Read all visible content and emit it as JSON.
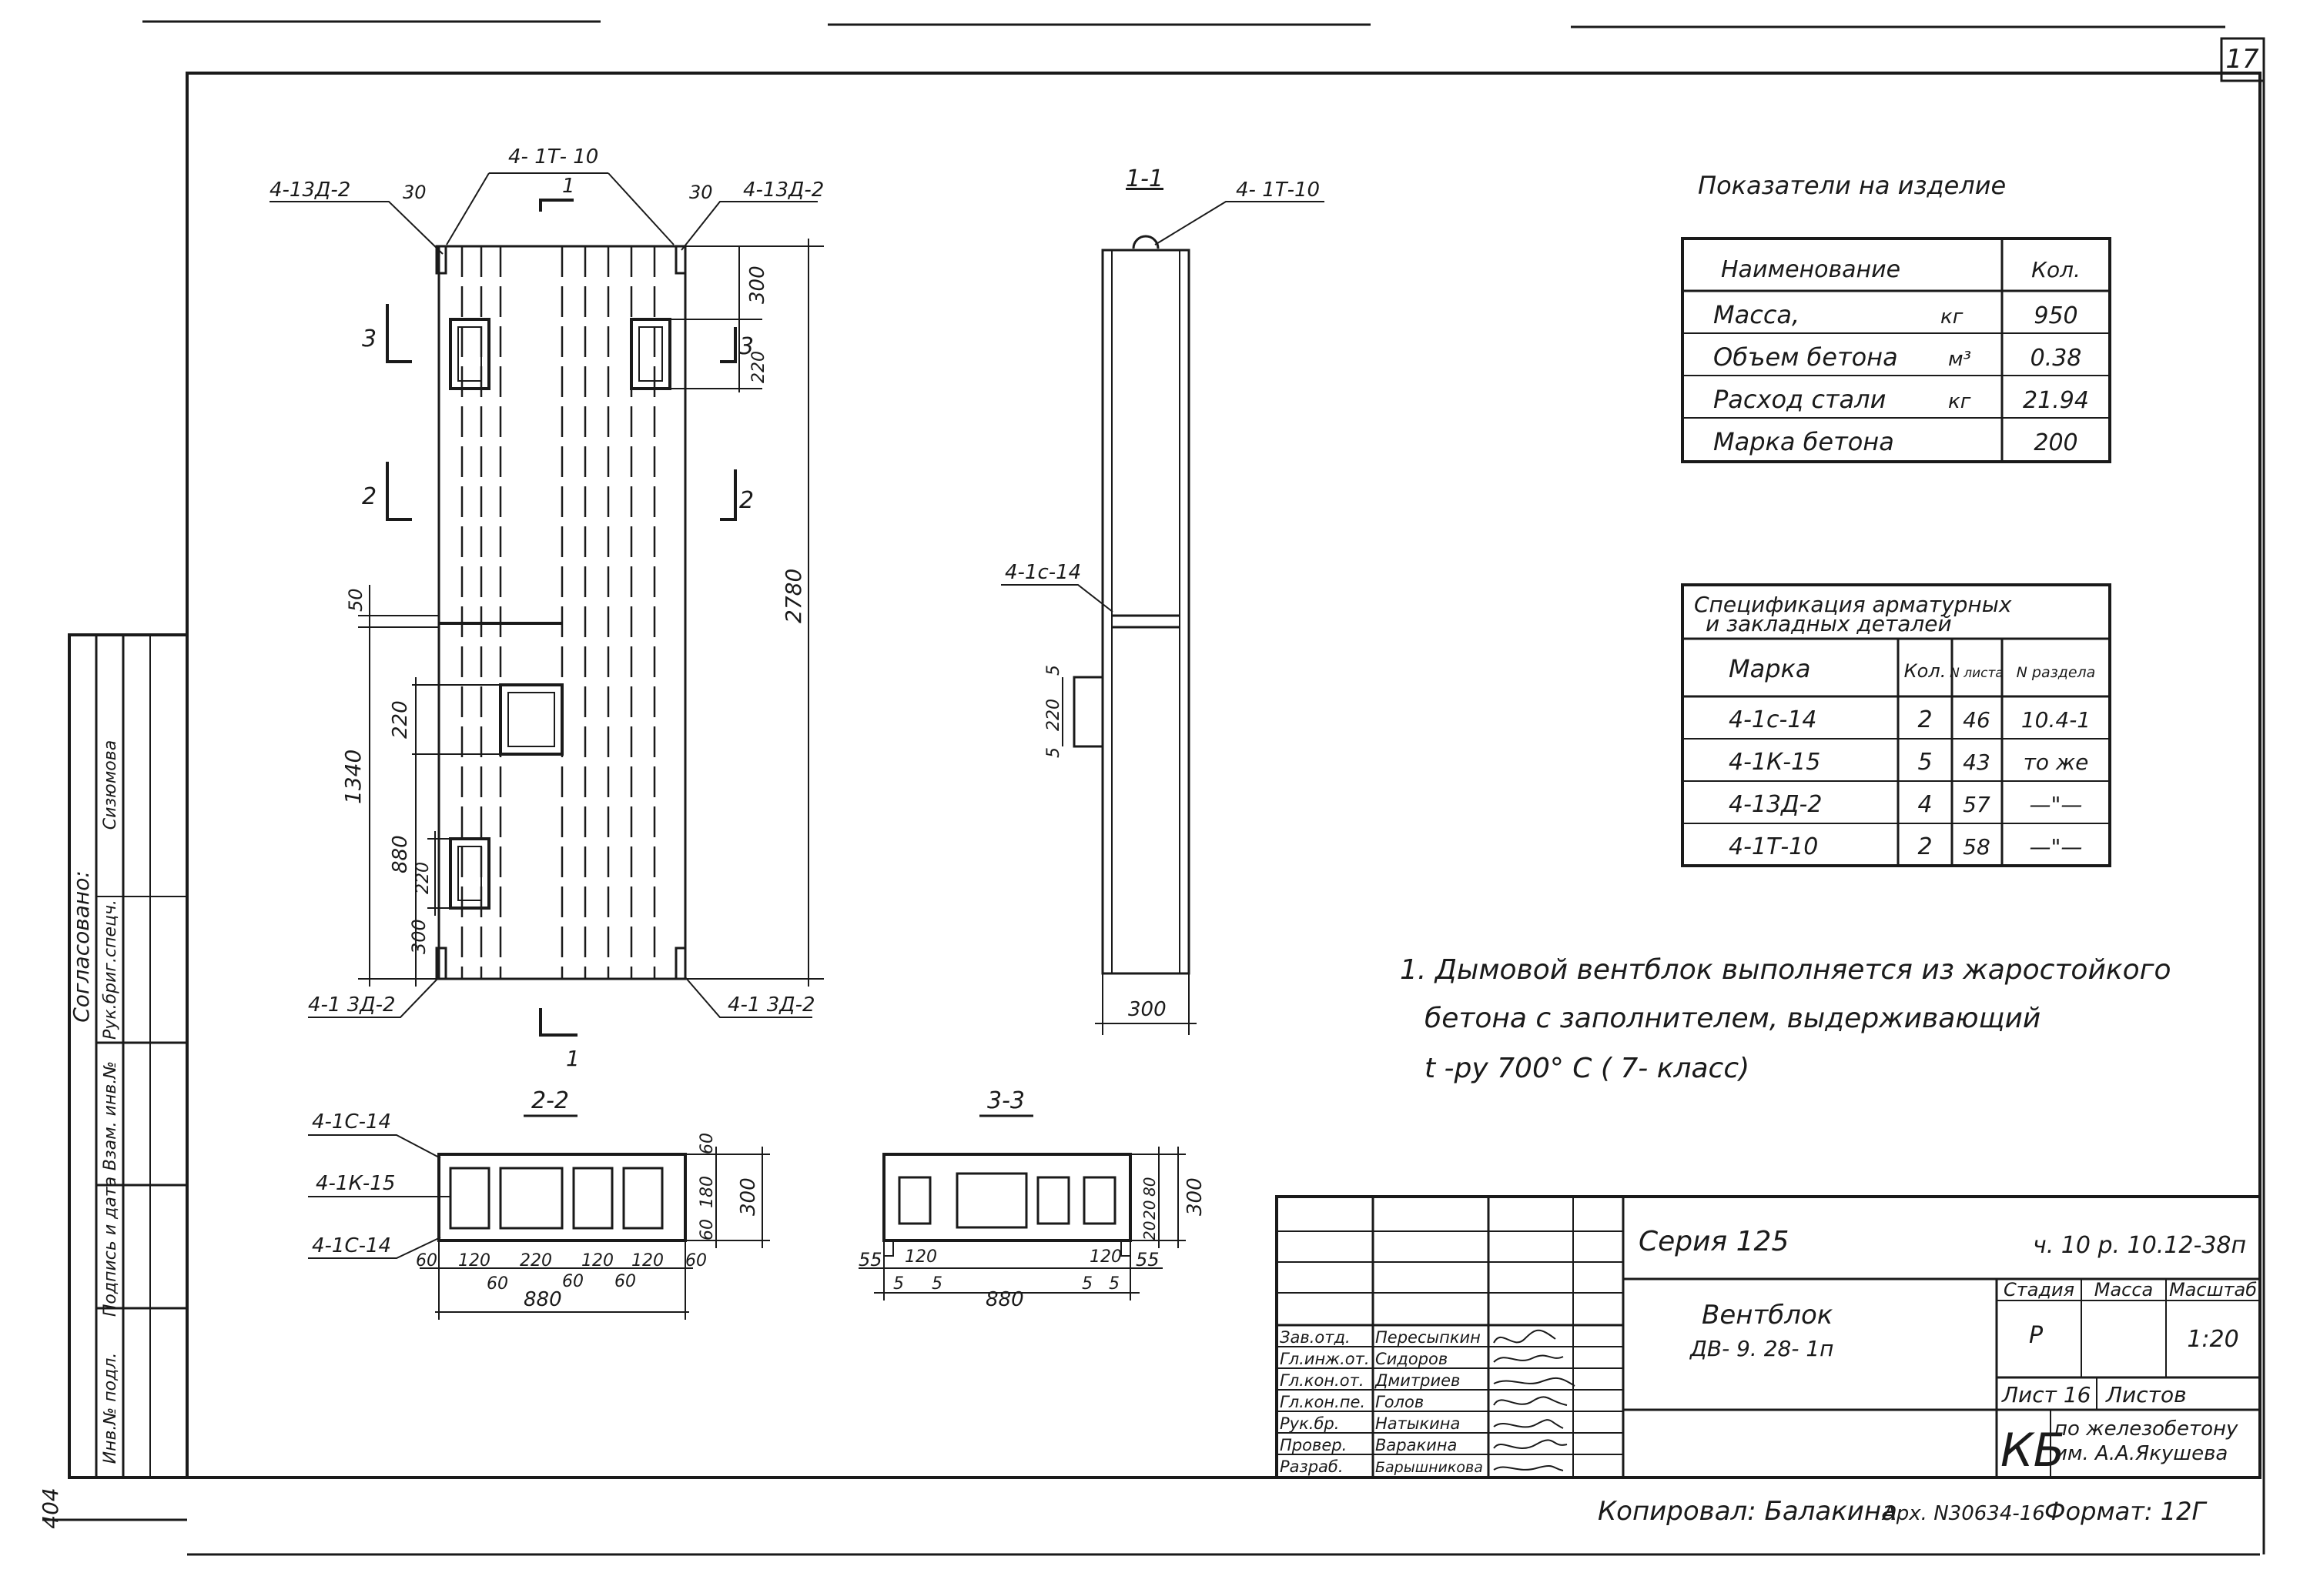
{
  "sheet": {
    "page_number": "17",
    "indicators_title": "Показатели на изделие",
    "indicators": {
      "headers": [
        "Наименование",
        "Кол."
      ],
      "rows": [
        {
          "name": "Масса,",
          "unit": "кг",
          "value": "950"
        },
        {
          "name": "Объем бетона",
          "unit": "м³",
          "value": "0.38"
        },
        {
          "name": "Расход стали",
          "unit": "кг",
          "value": "21.94"
        },
        {
          "name": "Марка бетона",
          "unit": "",
          "value": "200"
        }
      ]
    },
    "spec": {
      "title_line1": "Спецификация    арматурных",
      "title_line2": "и закладных        деталей",
      "headers": [
        "Марка",
        "Кол.",
        "N листа",
        "N раздела"
      ],
      "rows": [
        {
          "mark": "4-1с-14",
          "qty": "2",
          "sheet": "46",
          "section": "10.4-1"
        },
        {
          "mark": "4-1К-15",
          "qty": "5",
          "sheet": "43",
          "section": "то же"
        },
        {
          "mark": "4-13Д-2",
          "qty": "4",
          "sheet": "57",
          "section": "—\"—"
        },
        {
          "mark": "4-1Т-10",
          "qty": "2",
          "sheet": "58",
          "section": "—\"—"
        }
      ]
    },
    "note": {
      "line1": "1. Дымовой   вентблок   выполняется  из  жаростойкого",
      "line2": "бетона   с   заполнителем,  выдерживающий",
      "line3": "t -ру  700° С   ( 7- класс)"
    },
    "title_block": {
      "series": "Серия  125",
      "doc_code": "ч. 10 р. 10.12-38п",
      "product_name": "Вентблок",
      "product_mark": "ДВ- 9. 28- 1п",
      "stage_label": "Стадия",
      "mass_label": "Масса",
      "scale_label": "Масштаб",
      "stage": "Р",
      "scale": "1:20",
      "sheet_label": "Лист 16",
      "sheets_label": "Листов",
      "org_abbr": "КБ",
      "org_line1": "по железобетону",
      "org_line2": "им. А.А.Якушева",
      "signers": [
        {
          "role": "Зав.отд.",
          "name": "Пересыпкин"
        },
        {
          "role": "Гл.инж.от.",
          "name": "Сидоров"
        },
        {
          "role": "Гл.кон.от.",
          "name": "Дмитриев"
        },
        {
          "role": "Гл.кон.пе.",
          "name": "Голов"
        },
        {
          "role": "Рук.бр.",
          "name": "Натыкина"
        },
        {
          "role": "Провер.",
          "name": "Варакина"
        },
        {
          "role": "Разраб.",
          "name": "Барышникова"
        }
      ],
      "copied": "Копировал: Балакина",
      "archive": "Арх. N30634-16",
      "format": "Формат: 12Г"
    },
    "side_stamp": {
      "agreed": "Согласовано:",
      "role": "Рук.бриг.спецч.",
      "name": "Сизюмова",
      "inv_labels": [
        "Инв.№ подл.",
        "Подпись и дата",
        "Взам. инв.№"
      ],
      "margin_note": "404"
    },
    "front_view": {
      "callouts": {
        "top_left": "4-13Д-2",
        "top_mid": "4- 1Т- 10",
        "top_right": "4-13Д-2",
        "bottom_left": "4-1 3Д-2",
        "bottom_right": "4-1 3Д-2"
      },
      "dims": {
        "d30a": "30",
        "d30b": "30",
        "d300top": "300",
        "d220top": "220",
        "d2780": "2780",
        "d50": "50",
        "d1340": "1340",
        "d220mid": "220",
        "d880": "880",
        "d220bot": "220",
        "d300bot": "300"
      },
      "section_marks": [
        "1",
        "1",
        "3",
        "3",
        "2",
        "2"
      ]
    },
    "section_1_1": {
      "title": "1-1",
      "callout_top": "4- 1Т-10",
      "callout_mid": "4-1с-14",
      "dim_5a": "5",
      "dim_220": "220",
      "dim_5b": "5",
      "dim_300": "300"
    },
    "section_2_2": {
      "title": "2-2",
      "callouts": [
        "4-1С-14",
        "4-1К-15",
        "4-1С-14"
      ],
      "dims_bottom": [
        "60",
        "120",
        "220",
        "120",
        "120",
        "60"
      ],
      "dims_60s": [
        "60",
        "60",
        "60"
      ],
      "dim_880": "880",
      "dims_right": [
        "60",
        "180",
        "60"
      ],
      "dim_300": "300"
    },
    "section_3_3": {
      "title": "3-3",
      "dims_left": [
        "55",
        "120",
        "5",
        "5"
      ],
      "dim_880": "880",
      "dims_right": [
        "120",
        "55",
        "5",
        "5"
      ],
      "dims_height": [
        "80",
        "20",
        "20"
      ],
      "dim_300": "300"
    }
  }
}
